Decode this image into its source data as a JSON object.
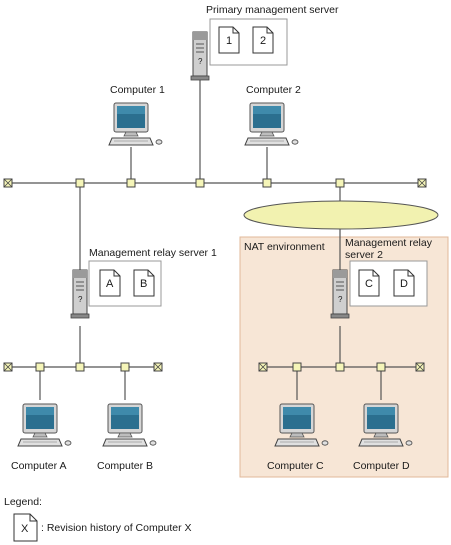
{
  "labels": {
    "primary_server": "Primary management server",
    "computer_1": "Computer 1",
    "computer_2": "Computer 2",
    "relay_server_1": "Management relay server 1",
    "nat_environment": "NAT environment",
    "relay_server_2_line1": "Management relay",
    "relay_server_2_line2": "server 2",
    "computer_a": "Computer A",
    "computer_b": "Computer B",
    "computer_c": "Computer C",
    "computer_d": "Computer D"
  },
  "documents": {
    "primary": [
      "1",
      "2"
    ],
    "relay_1": [
      "A",
      "B"
    ],
    "relay_2": [
      "C",
      "D"
    ]
  },
  "legend": {
    "title": "Legend:",
    "symbol": "X",
    "description": ": Revision history of Computer X"
  },
  "colors": {
    "nat_fill": "#f7e6d6",
    "nat_border": "#e0b89a",
    "cloud_fill": "#f2f2b0",
    "node_fill": "#f5f5b8",
    "screen": "#2b6f8f"
  }
}
